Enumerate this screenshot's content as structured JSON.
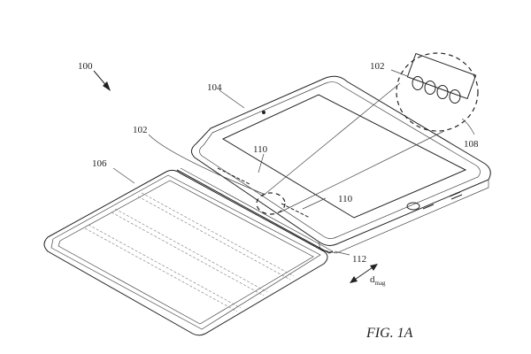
{
  "labels": {
    "device_system": "100",
    "magnet_array_top": "102",
    "magnet_array_left": "102",
    "tablet": "104",
    "cover": "106",
    "magnified_region": "108",
    "magnet_upper": "110",
    "magnet_lower": "110",
    "hinge": "112",
    "distance_main": "d",
    "distance_sub": "mag"
  },
  "caption": "FIG. 1A"
}
